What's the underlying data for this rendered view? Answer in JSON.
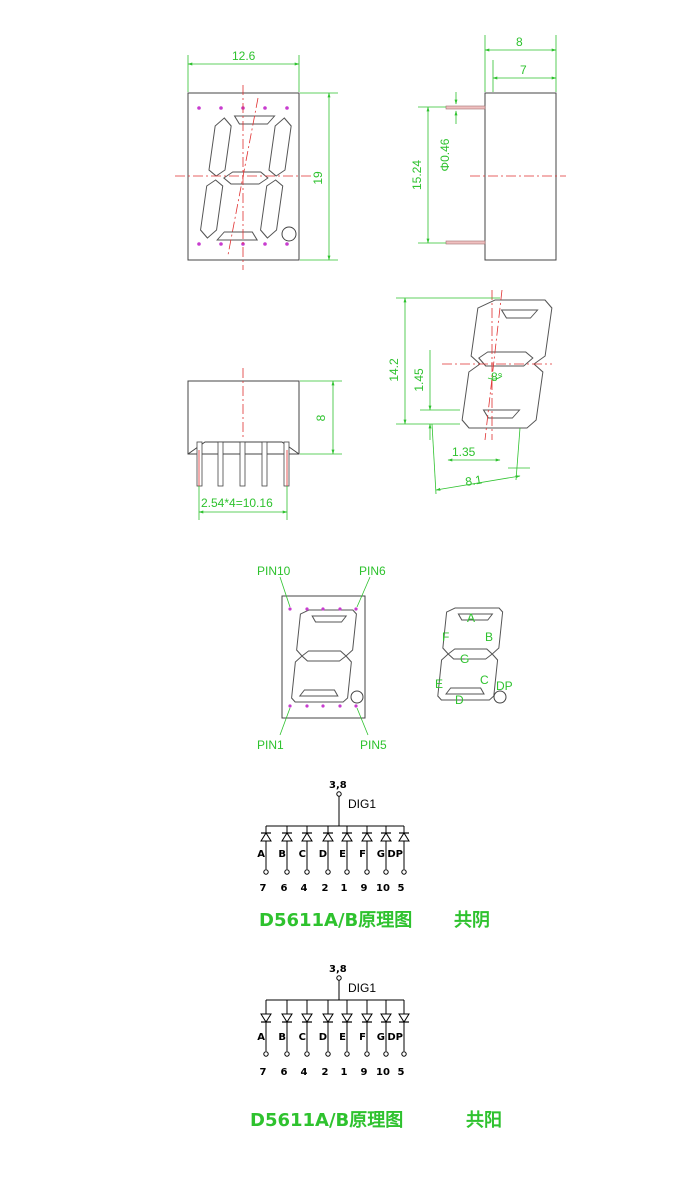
{
  "drawing": {
    "front": {
      "width": "12.6",
      "height": "19"
    },
    "side": {
      "depth": "8",
      "body": "7",
      "pin_dia": "Φ0.46",
      "pin_span": "15.24"
    },
    "bottom": {
      "height": "8",
      "pitch": "2.54*4=10.16"
    },
    "digit": {
      "height": "14.2",
      "seg_h": "1.45",
      "angle": "8°",
      "seg_w": "1.35",
      "width": "8.1"
    }
  },
  "pinout": {
    "pin_labels": [
      "PIN10",
      "PIN6",
      "PIN1",
      "PIN5"
    ],
    "segment_letters": [
      "A",
      "B",
      "C",
      "D",
      "E",
      "F",
      "G",
      "DP"
    ]
  },
  "schematics": [
    {
      "com_pins": "3,8",
      "dig_label": "DIG1",
      "segments": [
        "A",
        "B",
        "C",
        "D",
        "E",
        "F",
        "G",
        "DP"
      ],
      "pins": [
        "7",
        "6",
        "4",
        "2",
        "1",
        "9",
        "10",
        "5"
      ],
      "title": "D5611A/B原理图",
      "type": "共阴"
    },
    {
      "com_pins": "3,8",
      "dig_label": "DIG1",
      "segments": [
        "A",
        "B",
        "C",
        "D",
        "E",
        "F",
        "G",
        "DP"
      ],
      "pins": [
        "7",
        "6",
        "4",
        "2",
        "1",
        "9",
        "10",
        "5"
      ],
      "title": "D5611A/B原理图",
      "type": "共阳"
    }
  ]
}
